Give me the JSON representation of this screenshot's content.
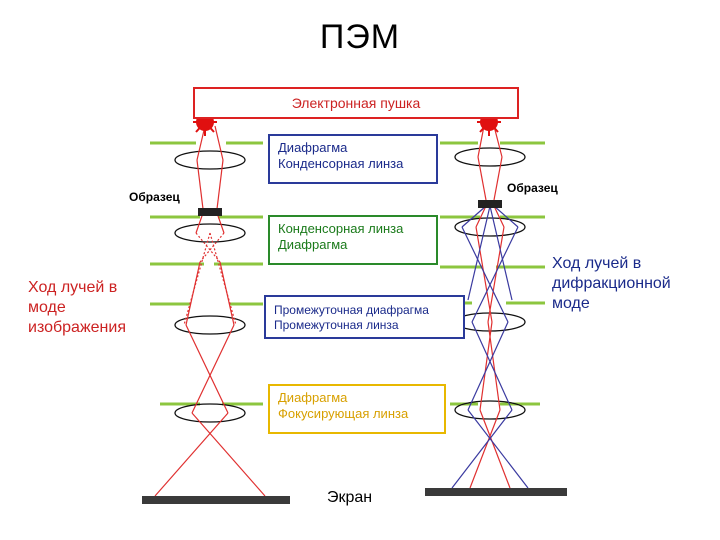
{
  "title": "ПЭМ",
  "gun_label": "Электронная пушка",
  "boxes": {
    "condenser_top": [
      "Диафрагма",
      "Конденсорная линза"
    ],
    "condenser_bottom": [
      "Конденсорная линза",
      "Диафрагма"
    ],
    "intermediate": [
      "Промежуточная диафрагма",
      "Промежуточная линза"
    ],
    "focusing": [
      "Диафрагма",
      "Фокусирующая линза"
    ]
  },
  "sample_left": "Образец",
  "sample_right": "Образец",
  "image_mode_label": [
    "Ход лучей в",
    "моде",
    "изображения"
  ],
  "diffraction_mode_label": [
    "Ход лучей в",
    "дифракционной",
    "моде"
  ],
  "screen_label": "Экран",
  "colors": {
    "gun_border": "#dd2222",
    "condenser_top_border": "#2a3a9a",
    "condenser_bottom_border": "#2a8a2a",
    "intermediate_border": "#2a3a9a",
    "focusing_border": "#e8b800",
    "ray_red": "#e03030",
    "ray_blue": "#3a3aa0",
    "aperture_green": "#8cc63f",
    "source_red": "#e01010"
  }
}
